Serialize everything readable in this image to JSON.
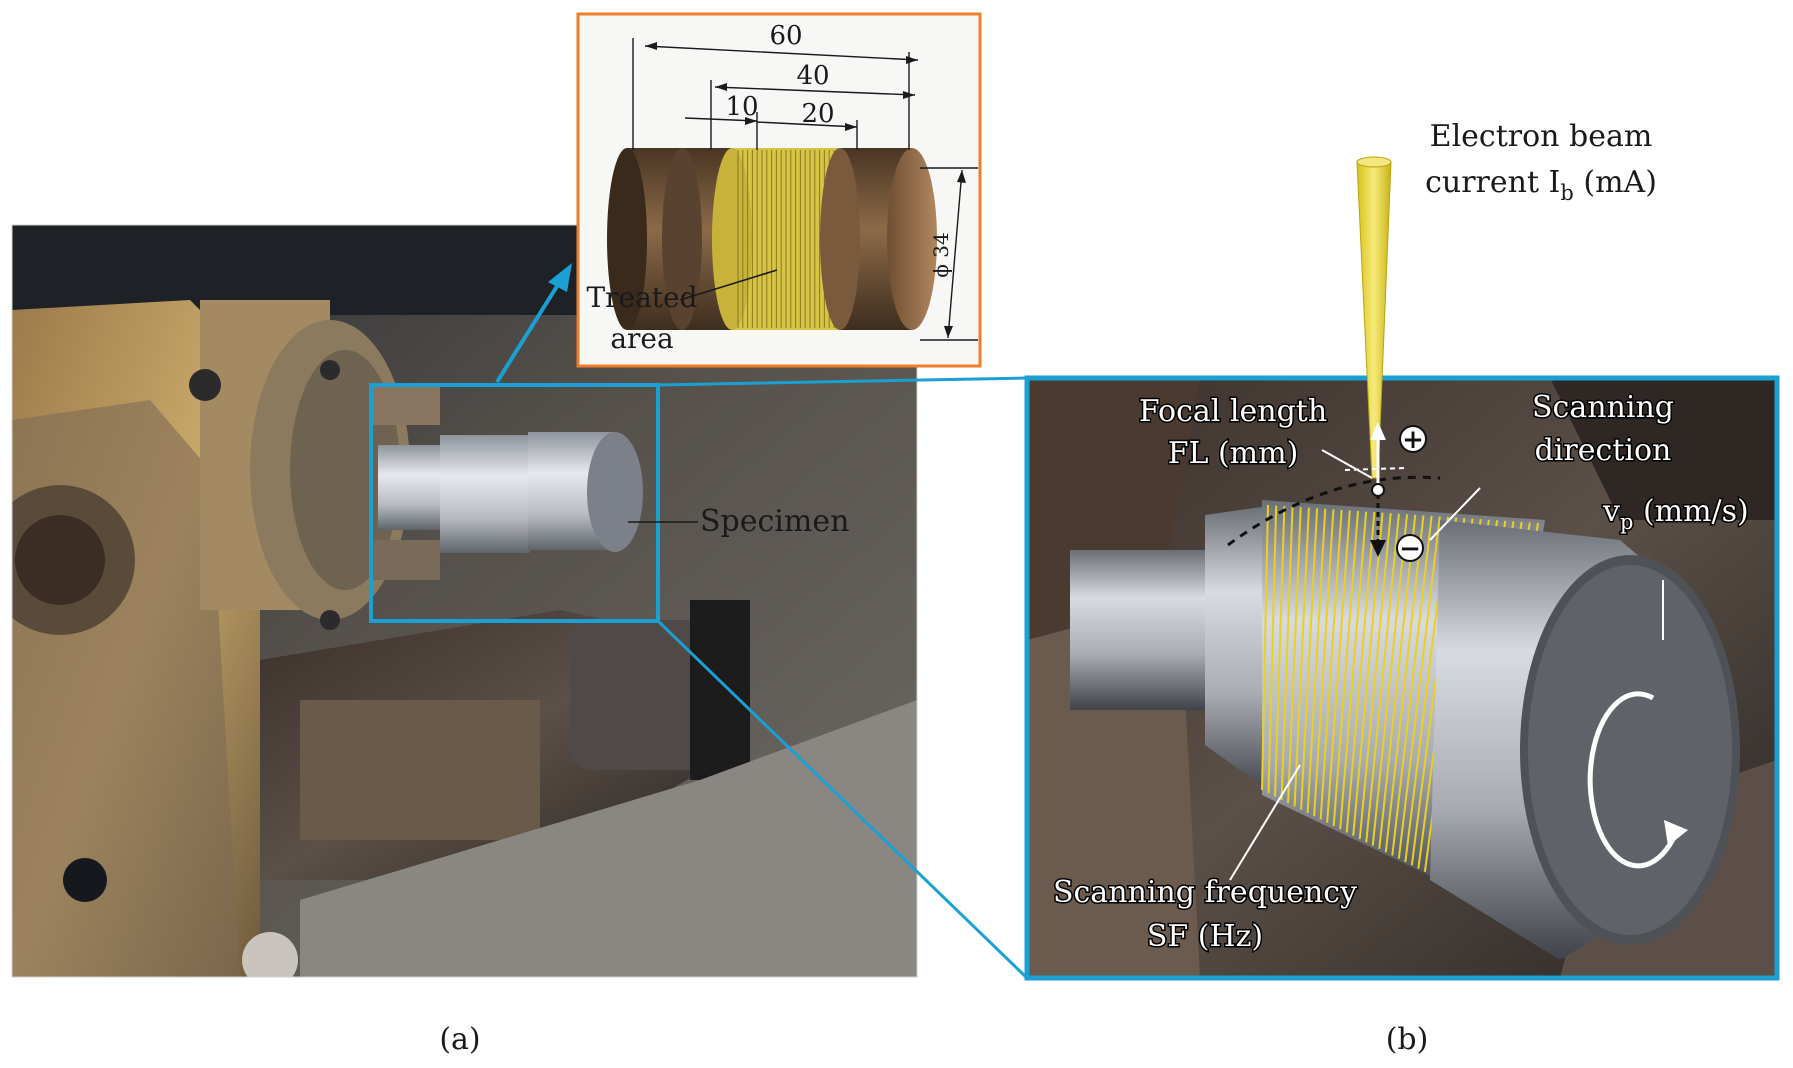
{
  "panel_a": {
    "label": "(a)",
    "specimen_label": "Specimen"
  },
  "drawing_inset": {
    "dims": {
      "overall": "60",
      "offset": "40",
      "shoulder": "10",
      "treated": "20",
      "diameter": "ϕ 34"
    },
    "treated_line1": "Treated",
    "treated_line2": "area"
  },
  "panel_b": {
    "label": "(b)",
    "beam_line1": "Electron beam",
    "beam_line2_pre": "current I",
    "beam_line2_sub": "b",
    "beam_line2_post": " (mA)",
    "focal_line1": "Focal length",
    "focal_line2": "FL (mm)",
    "scan_dir_line1": "Scanning",
    "scan_dir_line2": "direction",
    "speed_pre": "v",
    "speed_sub": "p",
    "speed_post": " (mm/s)",
    "freq_line1": "Scanning frequency",
    "freq_line2": "SF (Hz)",
    "plus_sign": "+",
    "minus_sign": "−"
  },
  "colors": {
    "callout_blue": "#1aa0d2",
    "inset_border": "#ef7d2a",
    "scan_yellow": "#e8d21e",
    "specimen_brown": "#7a5a3c",
    "text_dark": "#1a1a1a"
  }
}
